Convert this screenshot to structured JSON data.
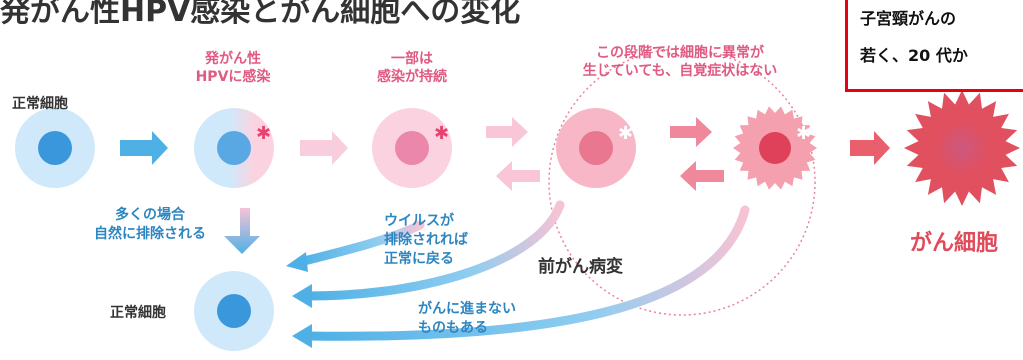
{
  "title": "発がん性HPV感染とがん細胞への変化",
  "labels": {
    "normal_cell_top": "正常細胞",
    "hpv_infection": [
      "発がん性",
      "HPVに感染"
    ],
    "infection_persists": [
      "一部は",
      "感染が持続"
    ],
    "stage_note": [
      "この段階では細胞に異常が",
      "生じていても、自覚症状はない"
    ],
    "often_eliminated": [
      "多くの場合",
      "自然に排除される"
    ],
    "virus_eliminated": [
      "ウイルスが",
      "排除されれば",
      "正常に戻る"
    ],
    "precancerous": "前がん病変",
    "not_progress": [
      "がんに進まない",
      "ものもある"
    ],
    "normal_cell_bottom": "正常細胞",
    "cancer_cell": "がん細胞"
  },
  "notice": {
    "line1": "子宮頸がんの",
    "line2": "若く、20 代か"
  },
  "colors": {
    "light_blue": "#cfe9fb",
    "blue_nucleus": "#3a97dc",
    "arrow_blue": "#5ab4e8",
    "light_pink": "#fbd3e0",
    "pink_nucleus": "#e8739a",
    "red_cell": "#e0505f",
    "notice_border": "#e60012"
  }
}
